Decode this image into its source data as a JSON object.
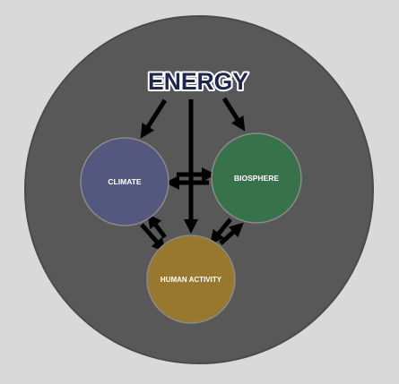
{
  "diagram": {
    "title": "ENERGY",
    "nodes": [
      {
        "id": "climate",
        "label": "CLIMATE"
      },
      {
        "id": "biosphere",
        "label": "BIOSPHERE"
      },
      {
        "id": "human",
        "label": "HUMAN ACTIVITY"
      }
    ],
    "edges": [
      {
        "from": "energy",
        "to": "climate"
      },
      {
        "from": "energy",
        "to": "biosphere"
      },
      {
        "from": "energy",
        "to": "human"
      },
      {
        "from": "climate",
        "to": "biosphere"
      },
      {
        "from": "biosphere",
        "to": "climate"
      },
      {
        "from": "climate",
        "to": "human"
      },
      {
        "from": "human",
        "to": "climate"
      },
      {
        "from": "biosphere",
        "to": "human"
      },
      {
        "from": "human",
        "to": "biosphere"
      }
    ],
    "colors": {
      "background": "#d9d9d9",
      "outer_circle": "#585858",
      "outer_circle_stroke": "#4a4a4a",
      "title_fill": "#1c2850",
      "title_glow": "#ffffff",
      "climate": "#54587e",
      "biosphere": "#38724a",
      "human": "#98782e",
      "node_stroke": "#8a8a8a",
      "node_text": "#ffffff",
      "arrow": "#000000"
    }
  }
}
